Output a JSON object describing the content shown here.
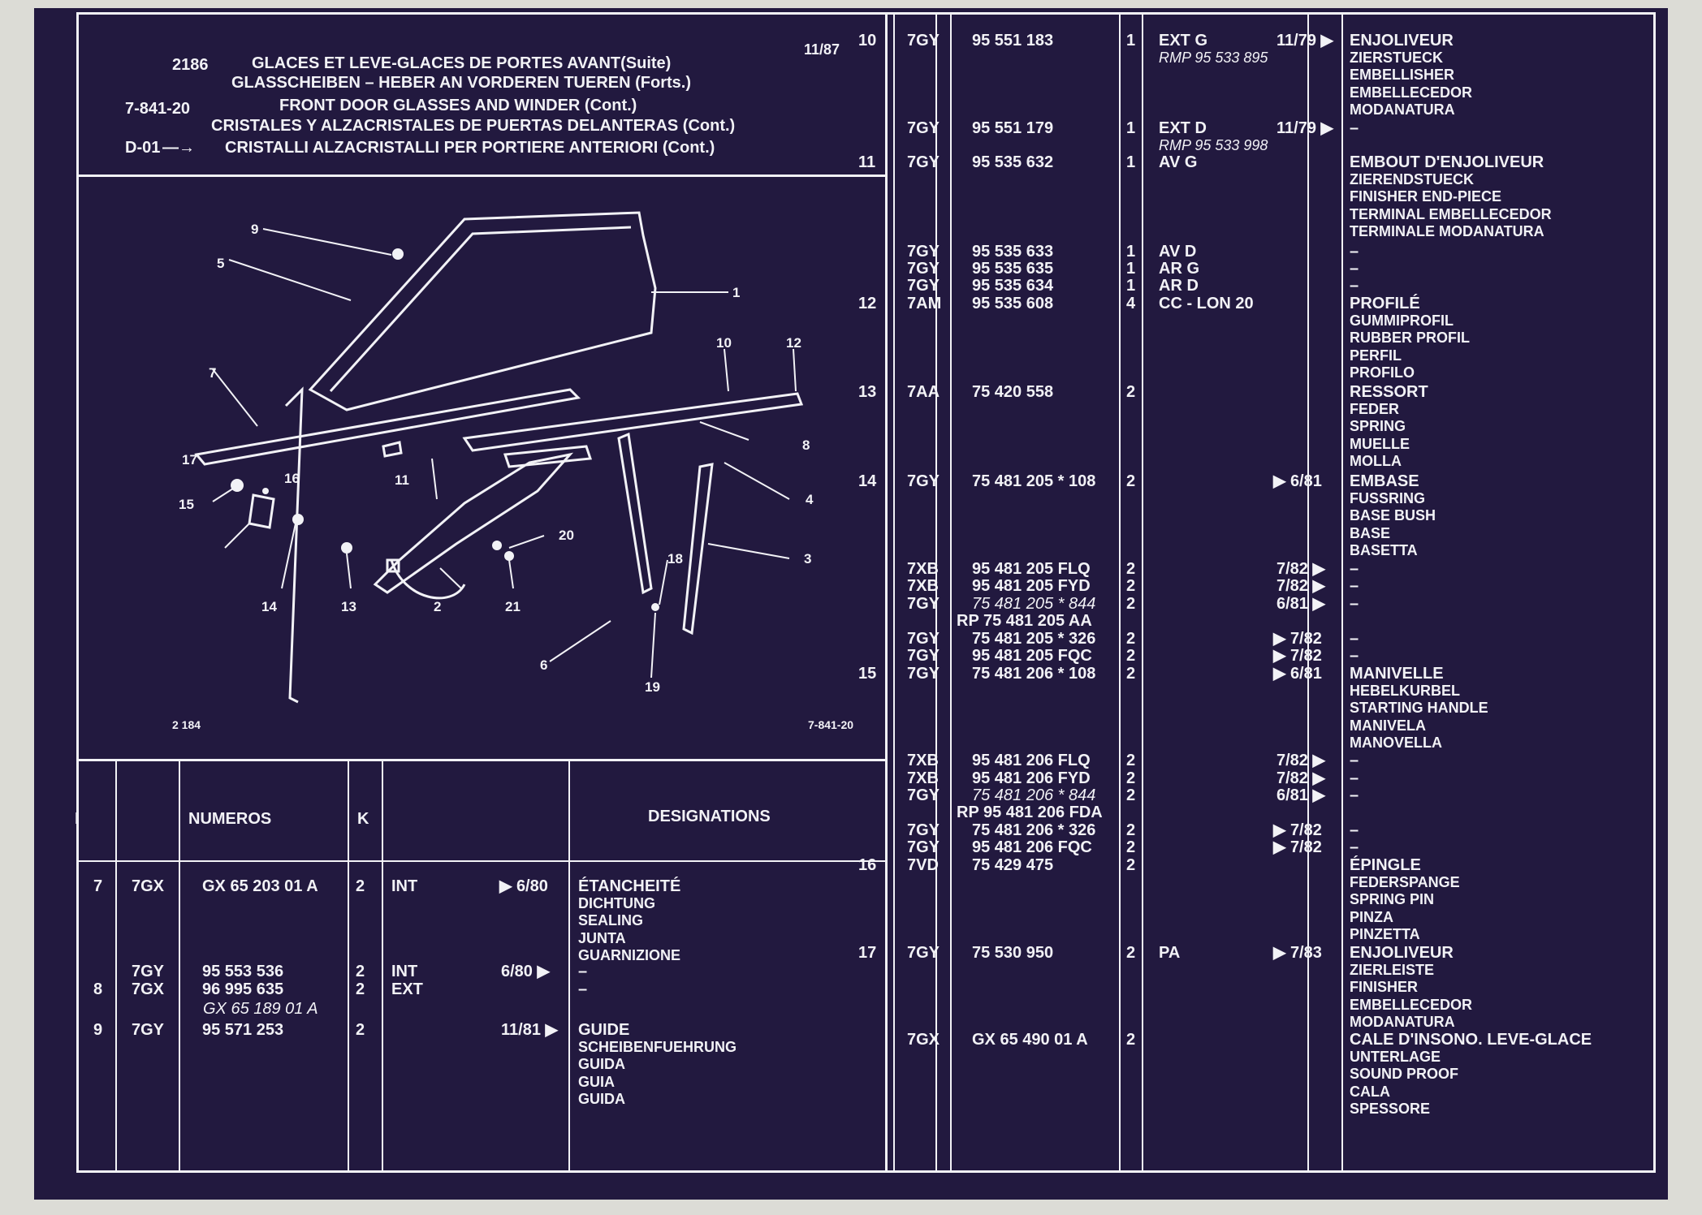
{
  "header": {
    "page": "2186",
    "date": "11/87",
    "group": "7-841-20",
    "ref": "D-01",
    "arrow": "—→",
    "titles": [
      "GLACES ET LEVE-GLACES DE PORTES AVANT(Suite)",
      "GLASSCHEIBEN – HEBER AN VORDEREN TUEREN (Forts.)",
      "FRONT DOOR GLASSES AND WINDER (Cont.)",
      "CRISTALES Y ALZACRISTALES DE PUERTAS DELANTERAS (Cont.)",
      "CRISTALLI ALZACRISTALLI PER PORTIERE ANTERIORI (Cont.)"
    ]
  },
  "diagram": {
    "code_left": "2 184",
    "code_right": "7-841-20",
    "callouts": [
      "9",
      "5",
      "1",
      "7",
      "10",
      "12",
      "17",
      "16",
      "11",
      "8",
      "4",
      "15",
      "20",
      "3",
      "14",
      "13",
      "2",
      "21",
      "18",
      "6",
      "19"
    ]
  },
  "table_header": {
    "col_i": "I",
    "col_numeros": "NUMEROS",
    "col_k": "K",
    "col_designations": "DESIGNATIONS"
  },
  "left_rows": [
    {
      "idx": "7",
      "mdl": "7GX",
      "num": "GX 65 203 01 A",
      "qty": "2",
      "rem": "INT",
      "date": "▶ 6/80",
      "desc": [
        "ÉTANCHEITÉ",
        "DICHTUNG",
        "SEALING",
        "JUNTA",
        "GUARNIZIONE"
      ]
    },
    {
      "idx": "",
      "mdl": "7GY",
      "num": "95 553 536",
      "qty": "2",
      "rem": "INT",
      "date": "6/80 ▶",
      "desc": [
        "–"
      ]
    },
    {
      "idx": "8",
      "mdl": "7GX",
      "num": "96 995 635",
      "qty": "2",
      "rem": "EXT",
      "date": "",
      "desc": [
        "–"
      ]
    },
    {
      "idx": "",
      "mdl": "",
      "num": "GX 65 189 01 A",
      "qty": "",
      "rem": "",
      "date": "",
      "desc": []
    },
    {
      "idx": "9",
      "mdl": "7GY",
      "num": "95 571 253",
      "qty": "2",
      "rem": "",
      "date": "11/81 ▶",
      "desc": [
        "GUIDE",
        "SCHEIBENFUEHRUNG",
        "GUIDA",
        "GUIA",
        "GUIDA"
      ]
    }
  ],
  "right_rows": [
    {
      "idx": "10",
      "mdl": "7GY",
      "num": "95 551 183",
      "qty": "1",
      "rem": "EXT G",
      "sub": "RMP 95 533 895",
      "date": "11/79 ▶",
      "desc": [
        "ENJOLIVEUR",
        "ZIERSTUECK",
        "EMBELLISHER",
        "EMBELLECEDOR",
        "MODANATURA"
      ]
    },
    {
      "idx": "",
      "mdl": "7GY",
      "num": "95 551 179",
      "qty": "1",
      "rem": "EXT D",
      "sub": "RMP 95 533 998",
      "date": "11/79 ▶",
      "desc": [
        "–"
      ]
    },
    {
      "idx": "11",
      "mdl": "7GY",
      "num": "95 535 632",
      "qty": "1",
      "rem": "AV G",
      "sub": "",
      "date": "",
      "desc": [
        "EMBOUT D'ENJOLIVEUR",
        "ZIERENDSTUECK",
        "FINISHER END-PIECE",
        "TERMINAL EMBELLECEDOR",
        "TERMINALE MODANATURA"
      ]
    },
    {
      "idx": "",
      "mdl": "7GY",
      "num": "95 535 633",
      "qty": "1",
      "rem": "AV D",
      "sub": "",
      "date": "",
      "desc": [
        "–"
      ]
    },
    {
      "idx": "",
      "mdl": "7GY",
      "num": "95 535 635",
      "qty": "1",
      "rem": "AR G",
      "sub": "",
      "date": "",
      "desc": [
        "–"
      ]
    },
    {
      "idx": "",
      "mdl": "7GY",
      "num": "95 535 634",
      "qty": "1",
      "rem": "AR D",
      "sub": "",
      "date": "",
      "desc": [
        "–"
      ]
    },
    {
      "idx": "12",
      "mdl": "7AM",
      "num": "95 535 608",
      "qty": "4",
      "rem": "CC - LON 20",
      "sub": "",
      "date": "",
      "desc": [
        "PROFILÉ",
        "GUMMIPROFIL",
        "RUBBER PROFIL",
        "PERFIL",
        "PROFILO"
      ]
    },
    {
      "idx": "13",
      "mdl": "7AA",
      "num": "75 420 558",
      "qty": "2",
      "rem": "",
      "sub": "",
      "date": "",
      "desc": [
        "RESSORT",
        "FEDER",
        "SPRING",
        "MUELLE",
        "MOLLA"
      ]
    },
    {
      "idx": "14",
      "mdl": "7GY",
      "num": "75 481 205 * 108",
      "qty": "2",
      "rem": "",
      "sub": "",
      "date": "▶ 6/81",
      "desc": [
        "EMBASE",
        "FUSSRING",
        "BASE BUSH",
        "BASE",
        "BASETTA"
      ]
    },
    {
      "idx": "",
      "mdl": "7XB",
      "num": "95 481 205 FLQ",
      "qty": "2",
      "rem": "",
      "sub": "",
      "date": "7/82 ▶",
      "desc": [
        "–"
      ]
    },
    {
      "idx": "",
      "mdl": "7XB",
      "num": "95 481 205 FYD",
      "qty": "2",
      "rem": "",
      "sub": "",
      "date": "7/82 ▶",
      "desc": [
        "–"
      ]
    },
    {
      "idx": "",
      "mdl": "7GY",
      "num": "75 481 205 * 844",
      "qty": "2",
      "rem": "",
      "sub": "",
      "date": "6/81 ▶",
      "desc": [
        "–"
      ]
    },
    {
      "idx": "",
      "mdl": "",
      "num": "RP 75 481 205 AA",
      "qty": "",
      "rem": "",
      "sub": "",
      "date": "",
      "desc": []
    },
    {
      "idx": "",
      "mdl": "7GY",
      "num": "75 481 205 * 326",
      "qty": "2",
      "rem": "",
      "sub": "",
      "date": "▶ 7/82",
      "desc": [
        "–"
      ]
    },
    {
      "idx": "",
      "mdl": "7GY",
      "num": "95 481 205 FQC",
      "qty": "2",
      "rem": "",
      "sub": "",
      "date": "▶ 7/82",
      "desc": [
        "–"
      ]
    },
    {
      "idx": "15",
      "mdl": "7GY",
      "num": "75 481 206 * 108",
      "qty": "2",
      "rem": "",
      "sub": "",
      "date": "▶ 6/81",
      "desc": [
        "MANIVELLE",
        "HEBELKURBEL",
        "STARTING HANDLE",
        "MANIVELA",
        "MANOVELLA"
      ]
    },
    {
      "idx": "",
      "mdl": "7XB",
      "num": "95 481 206 FLQ",
      "qty": "2",
      "rem": "",
      "sub": "",
      "date": "7/82 ▶",
      "desc": [
        "–"
      ]
    },
    {
      "idx": "",
      "mdl": "7XB",
      "num": "95 481 206 FYD",
      "qty": "2",
      "rem": "",
      "sub": "",
      "date": "7/82 ▶",
      "desc": [
        "–"
      ]
    },
    {
      "idx": "",
      "mdl": "7GY",
      "num": "75 481 206 * 844",
      "qty": "2",
      "rem": "",
      "sub": "",
      "date": "6/81 ▶",
      "desc": [
        "–"
      ]
    },
    {
      "idx": "",
      "mdl": "",
      "num": "RP 95 481 206 FDA",
      "qty": "",
      "rem": "",
      "sub": "",
      "date": "",
      "desc": []
    },
    {
      "idx": "",
      "mdl": "7GY",
      "num": "75 481 206 * 326",
      "qty": "2",
      "rem": "",
      "sub": "",
      "date": "▶ 7/82",
      "desc": [
        "–"
      ]
    },
    {
      "idx": "",
      "mdl": "7GY",
      "num": "95 481 206 FQC",
      "qty": "2",
      "rem": "",
      "sub": "",
      "date": "▶ 7/82",
      "desc": [
        "–"
      ]
    },
    {
      "idx": "16",
      "mdl": "7VD",
      "num": "75 429 475",
      "qty": "2",
      "rem": "",
      "sub": "",
      "date": "",
      "desc": [
        "ÉPINGLE",
        "FEDERSPANGE",
        "SPRING PIN",
        "PINZA",
        "PINZETTA"
      ]
    },
    {
      "idx": "17",
      "mdl": "7GY",
      "num": "75 530 950",
      "qty": "2",
      "rem": "PA",
      "sub": "",
      "date": "▶ 7/83",
      "desc": [
        "ENJOLIVEUR",
        "ZIERLEISTE",
        "FINISHER",
        "EMBELLECEDOR",
        "MODANATURA"
      ]
    },
    {
      "idx": "",
      "mdl": "7GX",
      "num": "GX 65 490 01 A",
      "qty": "2",
      "rem": "",
      "sub": "",
      "date": "",
      "desc": [
        "CALE D'INSONO. LEVE-GLACE",
        "UNTERLAGE",
        "SOUND PROOF",
        "CALA",
        "SPESSORE"
      ]
    }
  ]
}
